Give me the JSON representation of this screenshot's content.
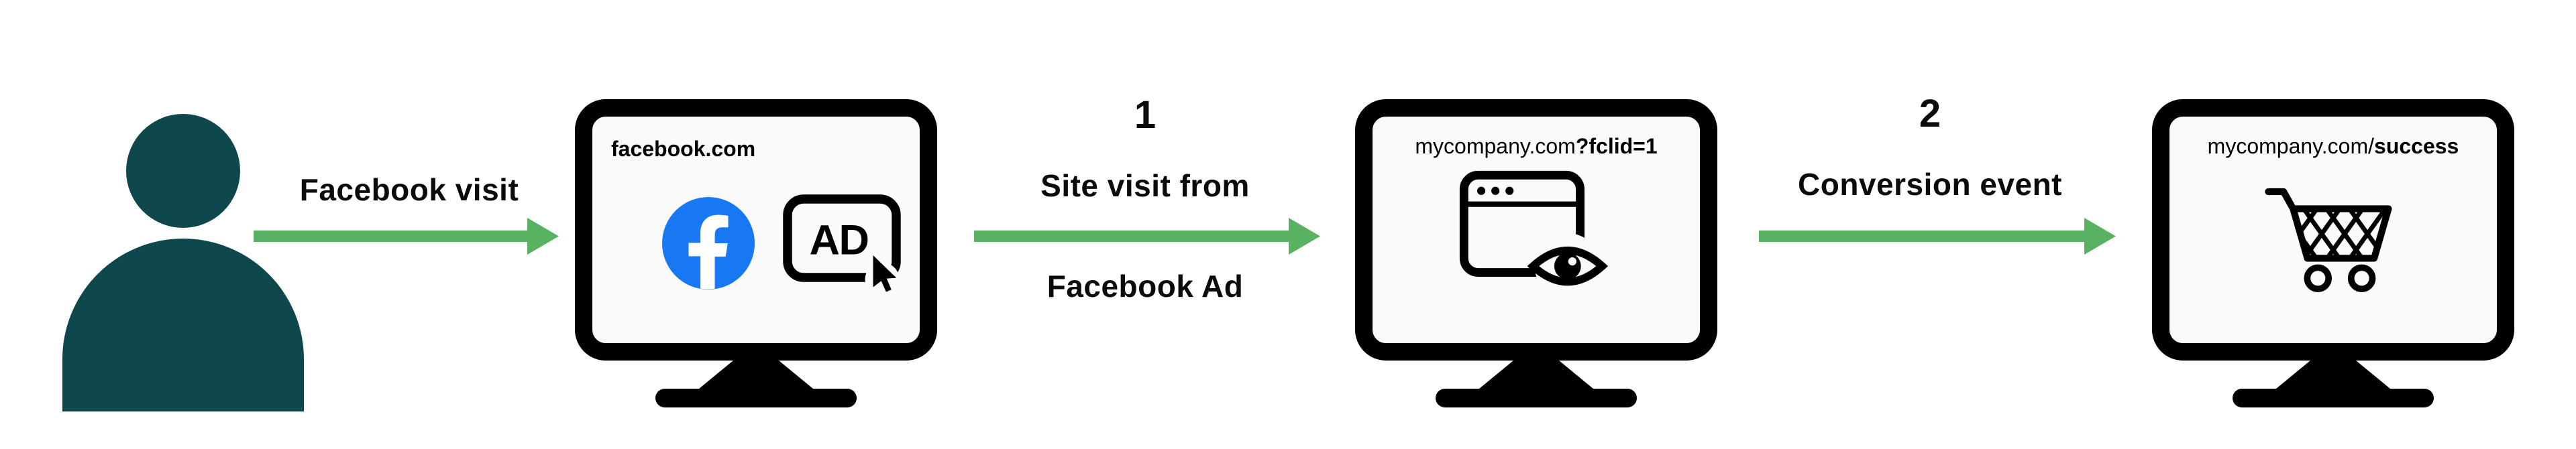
{
  "diagram": {
    "actor": {
      "type": "person-silhouette"
    },
    "steps": [
      {
        "number": "",
        "arrow_label": "Facebook visit"
      },
      {
        "number": "1",
        "arrow_label_line1": "Site visit from",
        "arrow_label_line2": "Facebook Ad"
      },
      {
        "number": "2",
        "arrow_label": "Conversion event"
      }
    ],
    "monitors": [
      {
        "name": "facebook",
        "url_base": "facebook.com",
        "url_bold": "",
        "ad_label": "AD",
        "icons": [
          "facebook-logo-icon",
          "ad-click-icon"
        ]
      },
      {
        "name": "landing-page",
        "url_base": "mycompany.com",
        "url_bold": "?fclid=1",
        "icons": [
          "browser-window-eye-icon"
        ]
      },
      {
        "name": "conversion-page",
        "url_base": "mycompany.com/",
        "url_bold": "success",
        "icons": [
          "shopping-cart-icon"
        ]
      }
    ],
    "colors": {
      "arrow_green": "#58B261",
      "person_teal": "#0F484C",
      "facebook_blue": "#1877F2",
      "monitor_black": "#000000",
      "screen_background": "#FAFAFA"
    }
  }
}
